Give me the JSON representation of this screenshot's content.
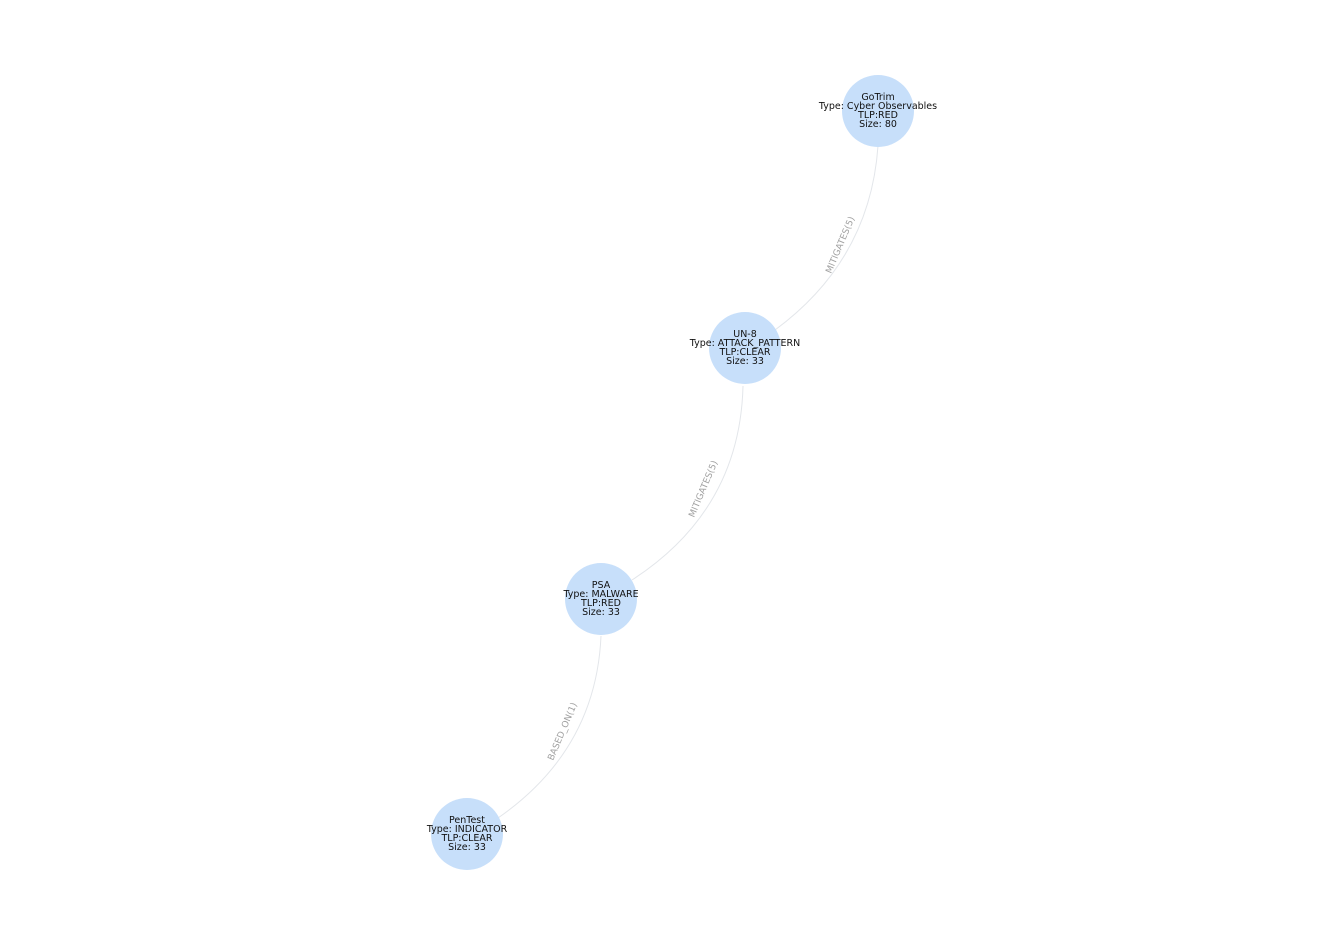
{
  "nodes": [
    {
      "id": "gotrim",
      "name": "GoTrim",
      "type": "Type: Cyber Observables",
      "tlp": "TLP:RED",
      "size": "Size: 80"
    },
    {
      "id": "un8",
      "name": "UN-8",
      "type": "Type: ATTACK_PATTERN",
      "tlp": "TLP:CLEAR",
      "size": "Size: 33"
    },
    {
      "id": "psa",
      "name": "PSA",
      "type": "Type: MALWARE",
      "tlp": "TLP:RED",
      "size": "Size: 33"
    },
    {
      "id": "pentest",
      "name": "PenTest",
      "type": "Type: INDICATOR",
      "tlp": "TLP:CLEAR",
      "size": "Size: 33"
    }
  ],
  "edges": [
    {
      "from": "gotrim",
      "to": "un8",
      "label": "MITIGATES(5)"
    },
    {
      "from": "un8",
      "to": "psa",
      "label": "MITIGATES(5)"
    },
    {
      "from": "psa",
      "to": "pentest",
      "label": "BASED_ON(1)"
    }
  ]
}
